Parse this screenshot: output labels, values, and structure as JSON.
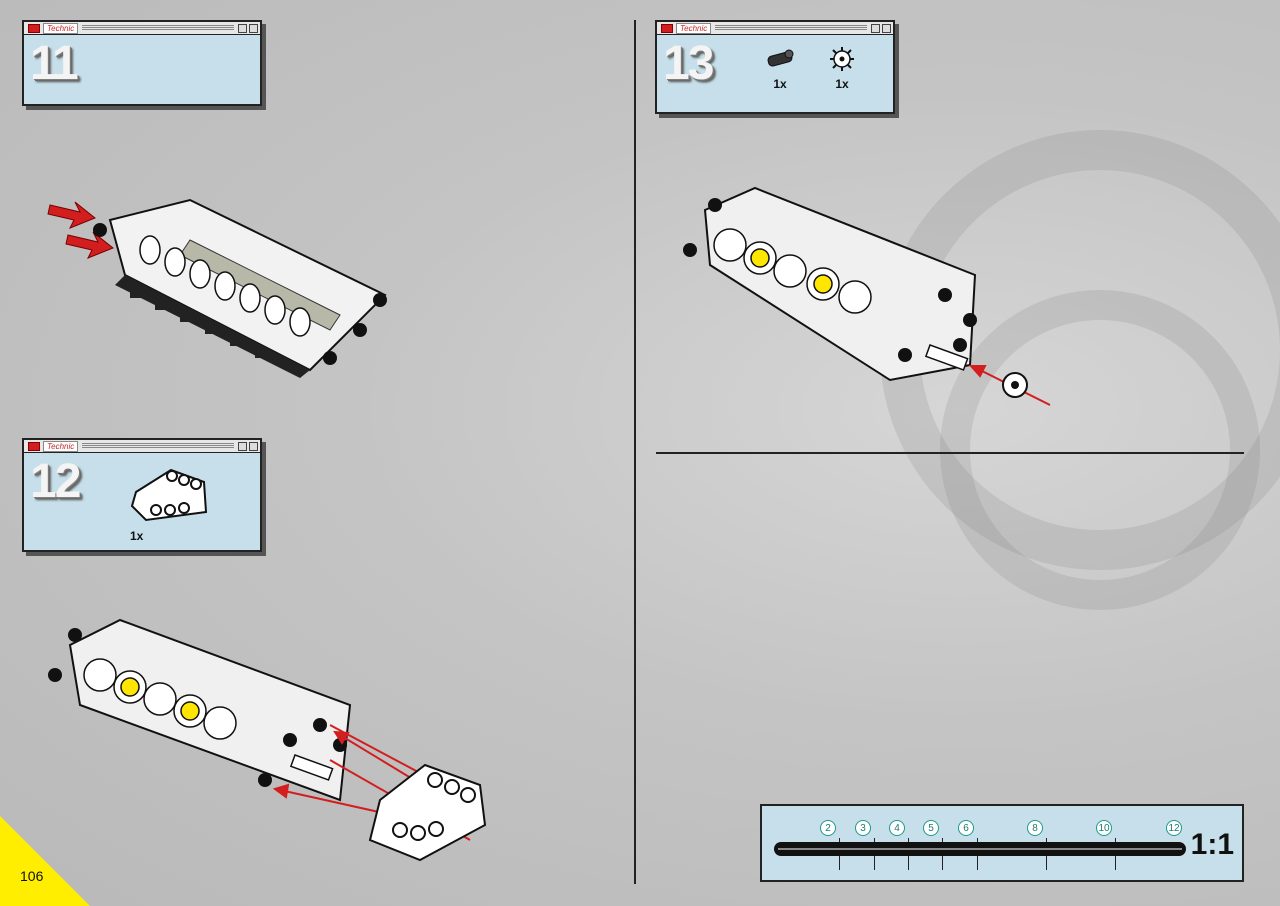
{
  "brand_label": "Technic",
  "steps": [
    {
      "number": "11",
      "parts": []
    },
    {
      "number": "12",
      "parts": [
        {
          "qty": "1x",
          "icon": "beam-connector-icon"
        }
      ]
    },
    {
      "number": "13",
      "parts": [
        {
          "qty": "1x",
          "icon": "axle-pin-icon"
        },
        {
          "qty": "1x",
          "icon": "gear-icon"
        }
      ]
    }
  ],
  "ruler": {
    "marks": [
      "2",
      "3",
      "4",
      "5",
      "6",
      "8",
      "10",
      "12"
    ],
    "scale_label": "1:1"
  },
  "page_number": "106",
  "colors": {
    "accent_red": "#d21e1e",
    "highlight_yellow": "#ffee00",
    "box_blue": "#c6dfea"
  }
}
